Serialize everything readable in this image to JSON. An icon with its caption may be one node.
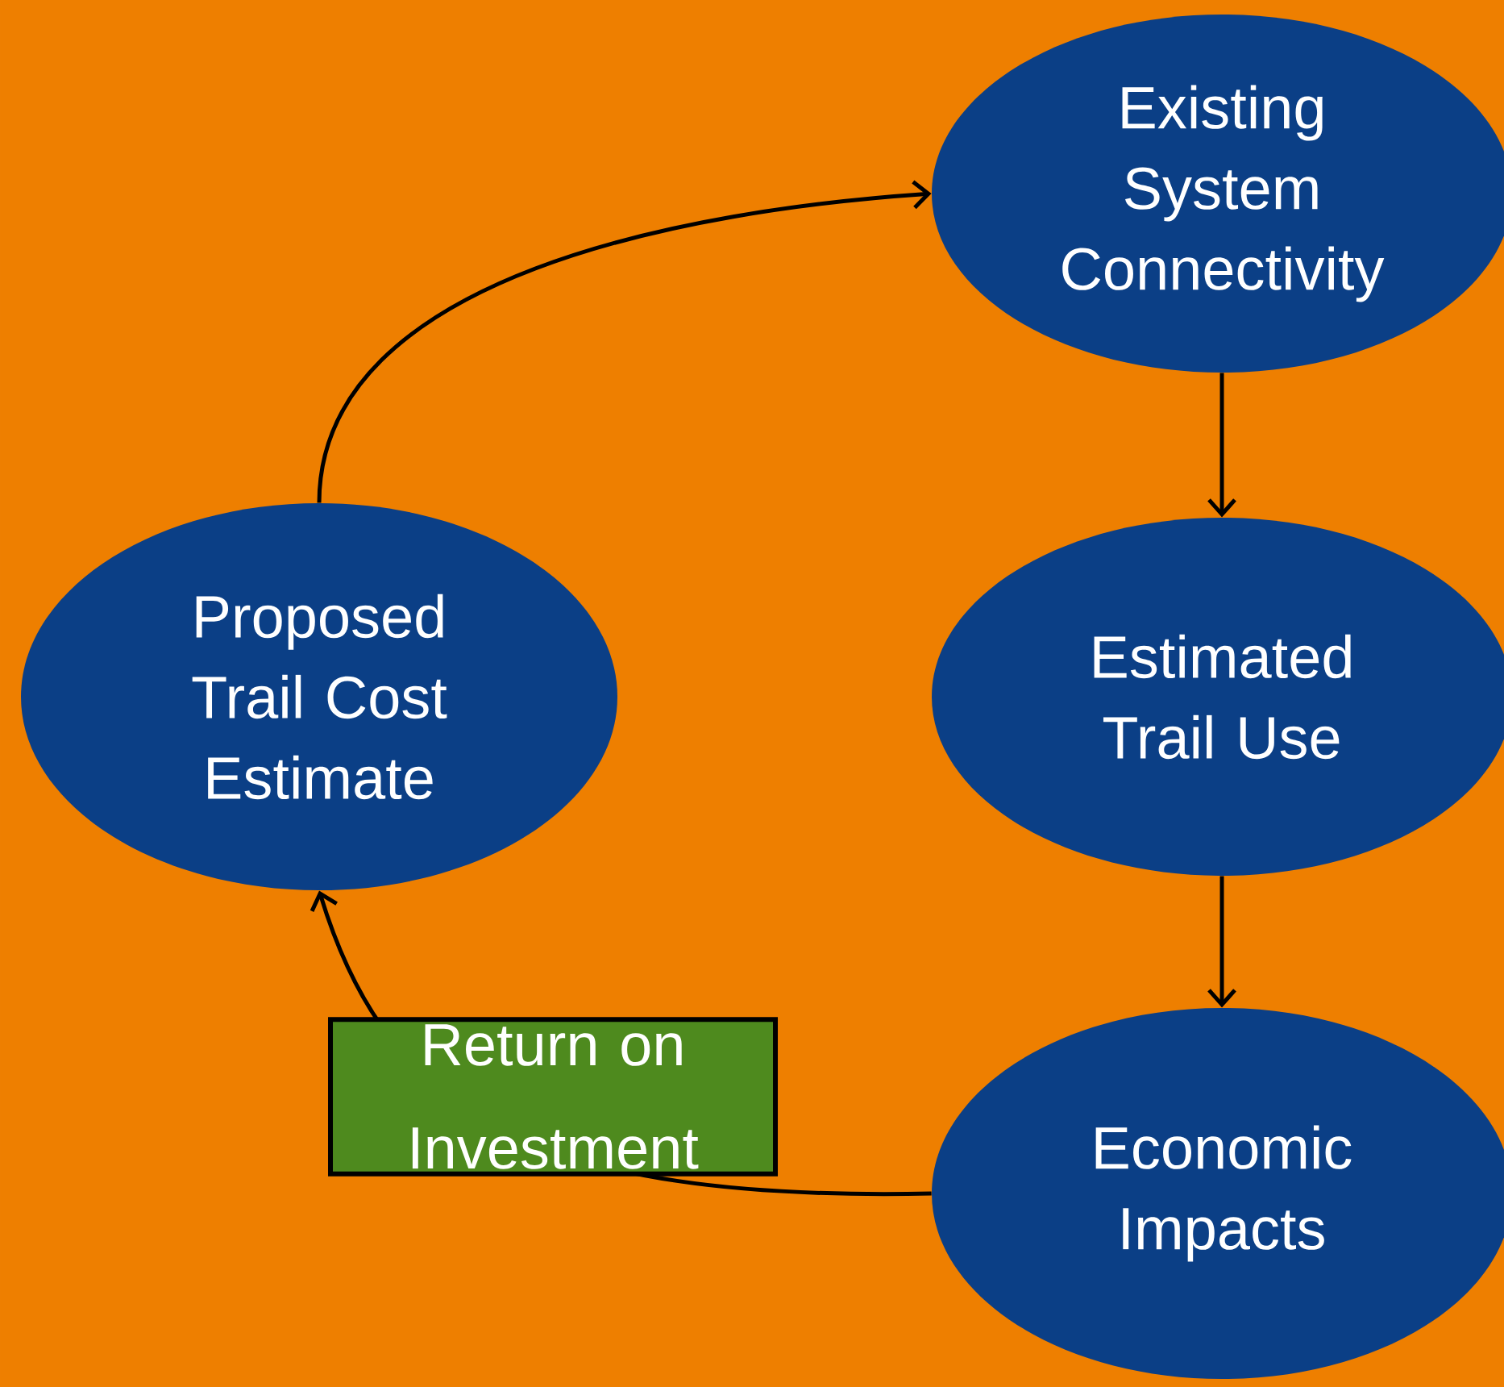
{
  "diagram": {
    "nodes": [
      {
        "text": [
          "Existing System Connectivity"
        ]
      },
      {
        "text": [
          "Proposed Trail Cost Estimate"
        ]
      },
      {
        "text": [
          "Estimated Trail Use"
        ]
      },
      {
        "text": [
          "Economic Impacts"
        ]
      }
    ],
    "edges": [
      {
        "from": 1,
        "to": 0,
        "arrow": "to"
      },
      {
        "from": 0,
        "to": 2,
        "arrow": "to"
      },
      {
        "from": 2,
        "to": 3,
        "arrow": "to"
      },
      {
        "from": 3,
        "to": 1,
        "arrow": "to",
        "label": "Return on Investment"
      }
    ]
  }
}
